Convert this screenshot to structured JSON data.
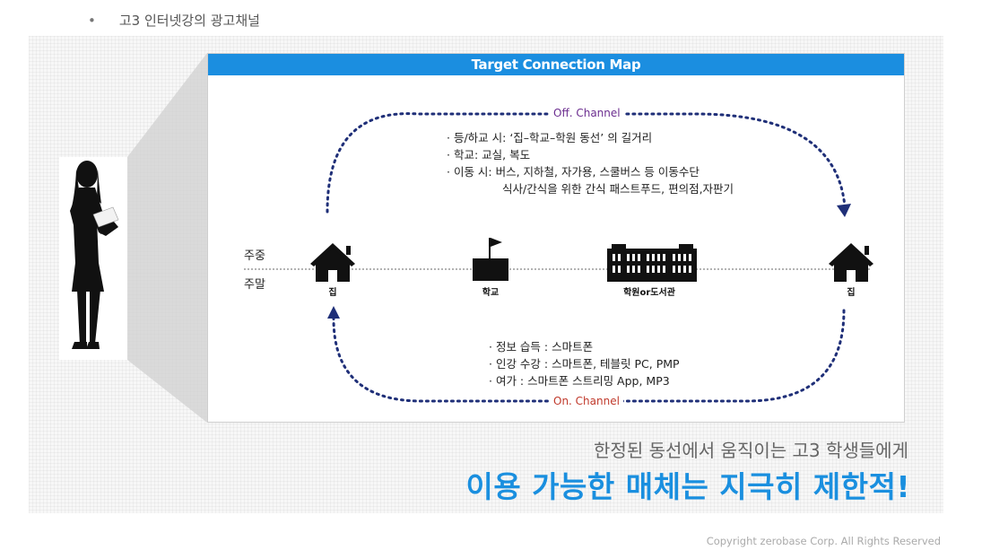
{
  "slide": {
    "bullet_title": "고3 인터넷강의 광고채널",
    "map_title": "Target Connection Map",
    "off_channel": "Off. Channel",
    "on_channel": "On. Channel",
    "off_notes": [
      "· 등/하교 시: ‘집–학교–학원 동선’ 의 길거리",
      "· 학교: 교실, 복도",
      "· 이동 시: 버스, 지하철, 자가용, 스쿨버스 등 이동수단",
      "식사/간식을 위한 간식 패스트푸드, 편의점,자판기"
    ],
    "on_notes": [
      "· 정보 습득 : 스마트폰",
      "· 인강 수강 : 스마트폰, 테블릿 PC, PMP",
      "· 여가 : 스마트폰 스트리밍 App, MP3"
    ],
    "row_labels": {
      "weekday": "주중",
      "weekend": "주말"
    },
    "locations": {
      "home_start": "집",
      "school": "학교",
      "academy": "학원or도서관",
      "home_end": "집"
    },
    "tagline_sub": "한정된 동선에서 움직이는 고3 학생들에게",
    "tagline_main": "이용 가능한 매체는 지극히 제한적!",
    "copyright": "Copyright zerobase Corp. All Rights Reserved",
    "colors": {
      "accent_blue": "#1a8fdf",
      "header_blue": "#1b8ee0",
      "off_channel": "#6b2d8f",
      "on_channel": "#c0392b",
      "dotted_line": "#1f2f78"
    }
  }
}
